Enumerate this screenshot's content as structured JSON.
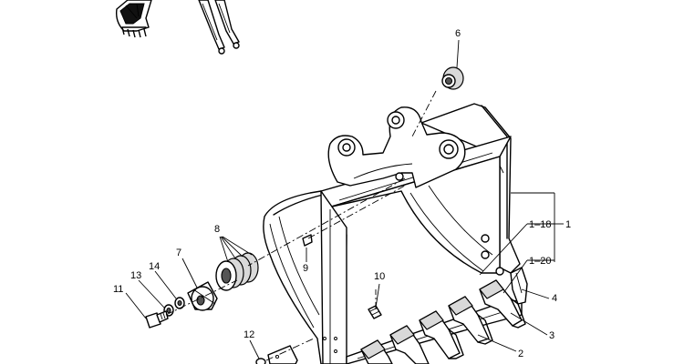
{
  "callouts": {
    "c1": "1",
    "c1_18": "1–18",
    "c1_20": "1–20",
    "c2": "2",
    "c3": "3",
    "c4": "4",
    "c6": "6",
    "c7": "7",
    "c8": "8",
    "c9": "9",
    "c10": "10",
    "c11": "11",
    "c12": "12",
    "c13": "13",
    "c14": "14"
  }
}
